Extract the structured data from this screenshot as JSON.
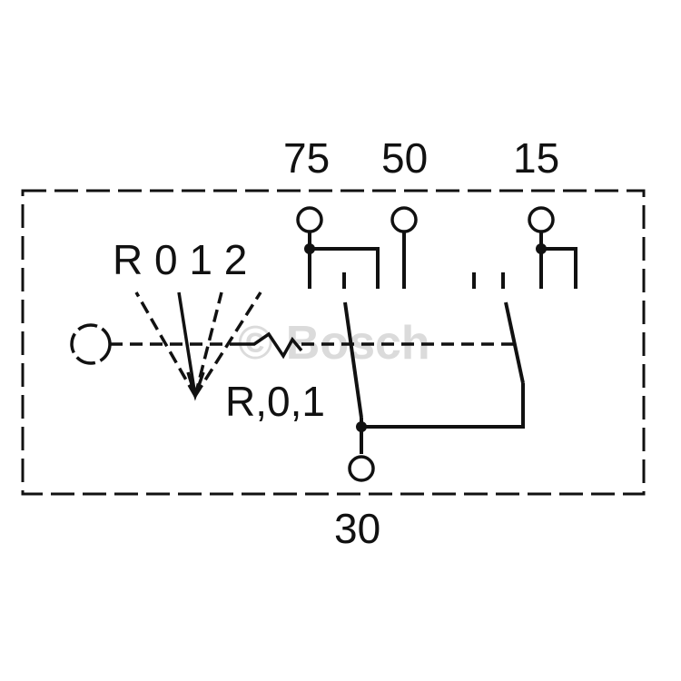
{
  "terminals": {
    "t75": "75",
    "t50": "50",
    "t15": "15",
    "t30": "30"
  },
  "switch_positions": {
    "top": "R 0 1 2",
    "lower": "R,0,1"
  },
  "watermark": "© Bosch",
  "colors": {
    "line": "#111111",
    "background": "#ffffff",
    "watermark": "#cfcfcf"
  }
}
